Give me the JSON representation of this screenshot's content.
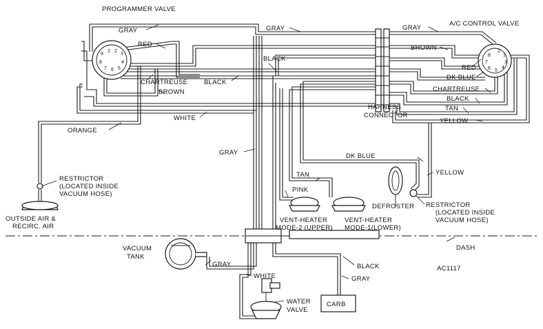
{
  "components": {
    "programmer_valve": "PROGRAMMER VALVE",
    "ac_control_valve": "A/C CONTROL VALVE",
    "harness_connector": [
      "HARNESS",
      "CONNECTOR"
    ],
    "restrictor_left": [
      "RESTRICTOR",
      "(LOCATED INSIDE",
      "VACUUM HOSE)"
    ],
    "restrictor_right": [
      "RESTRICTOR",
      "(LOCATED INSIDE",
      "VACUUM HOSE)"
    ],
    "outside_air": [
      "OUTSIDE AIR &",
      "RECIRC. AIR"
    ],
    "defroster": "DEFROSTER",
    "vent_mode2": [
      "VENT-HEATER",
      "MODE-2 (UPPER)"
    ],
    "vent_mode1": [
      "VENT-HEATER",
      "MODE-1(LOWER)"
    ],
    "vacuum_tank": [
      "VACUUM",
      "TANK"
    ],
    "water_valve": [
      "WATER",
      "VALVE"
    ],
    "carb": "CARB",
    "dash": "DASH",
    "figure_code": "AC1117"
  },
  "hoses": {
    "gray_top_left": "GRAY",
    "gray_top_mid": "GRAY",
    "gray_top_right": "GRAY",
    "red_left": "RED",
    "brown_right": "BROWN",
    "black_top": "BLACK",
    "chartreuse_left": "CHARTREUSE",
    "brown_left": "BROWN",
    "black_left": "BLACK",
    "red_right": "RED",
    "dk_blue_right": "DK BLUE",
    "chartreuse_right": "CHARTREUSE",
    "black_right": "BLACK",
    "tan_right": "TAN",
    "yellow_right": "YELLOW",
    "white_mid": "WHITE",
    "orange": "ORANGE",
    "gray_vertical": "GRAY",
    "dk_blue_mid": "DK BLUE",
    "yellow_defroster": "YELLOW",
    "tan_mid": "TAN",
    "pink": "PINK",
    "gray_tank": "GRAY",
    "white_bottom": "WHITE",
    "black_bottom": "BLACK",
    "gray_bottom": "GRAY"
  },
  "pins": {
    "programmer": [
      "9",
      "1",
      "2",
      "3",
      "8",
      "4",
      "7",
      "6",
      "5"
    ],
    "ac_control": [
      "8",
      "2",
      "1",
      "7",
      "3",
      "6",
      "5",
      "4"
    ]
  }
}
